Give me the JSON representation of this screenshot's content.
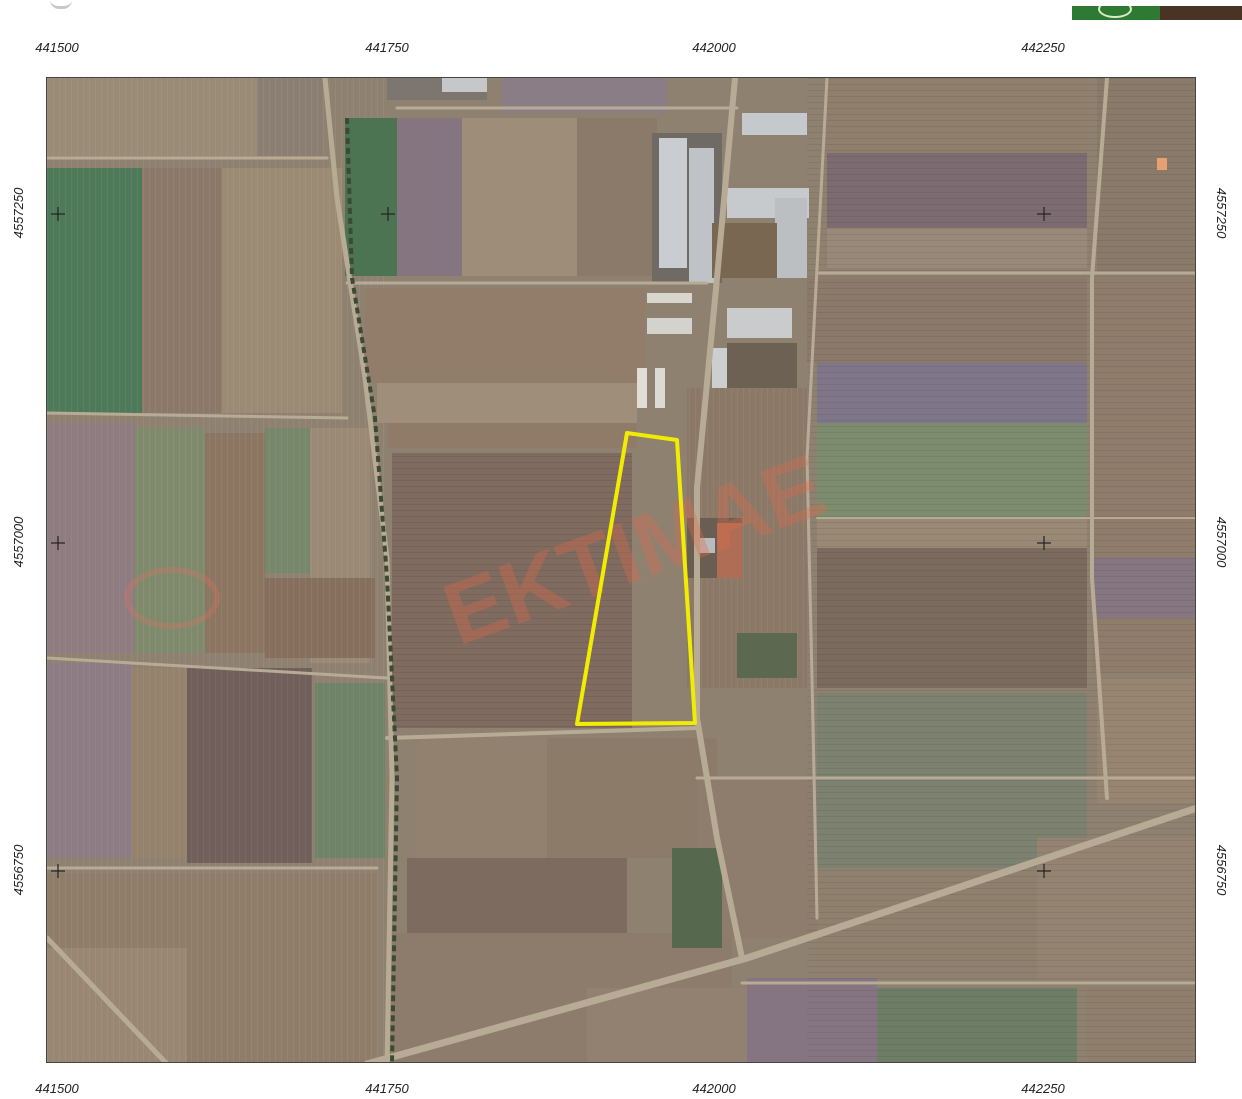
{
  "map": {
    "grid": {
      "x_labels": [
        "441500",
        "441750",
        "442000",
        "442250"
      ],
      "y_labels": [
        "4557250",
        "4557000",
        "4556750"
      ]
    },
    "parcel": {
      "outline_color": "#f2ec00"
    },
    "watermark_text": "ΕΚΤΙΜΑΕ"
  },
  "colors": {
    "brand_green": "#2f7a33",
    "brand_brown": "#4a3324",
    "field_base": "#8f8170",
    "parcel_outline": "#f2ec00"
  }
}
